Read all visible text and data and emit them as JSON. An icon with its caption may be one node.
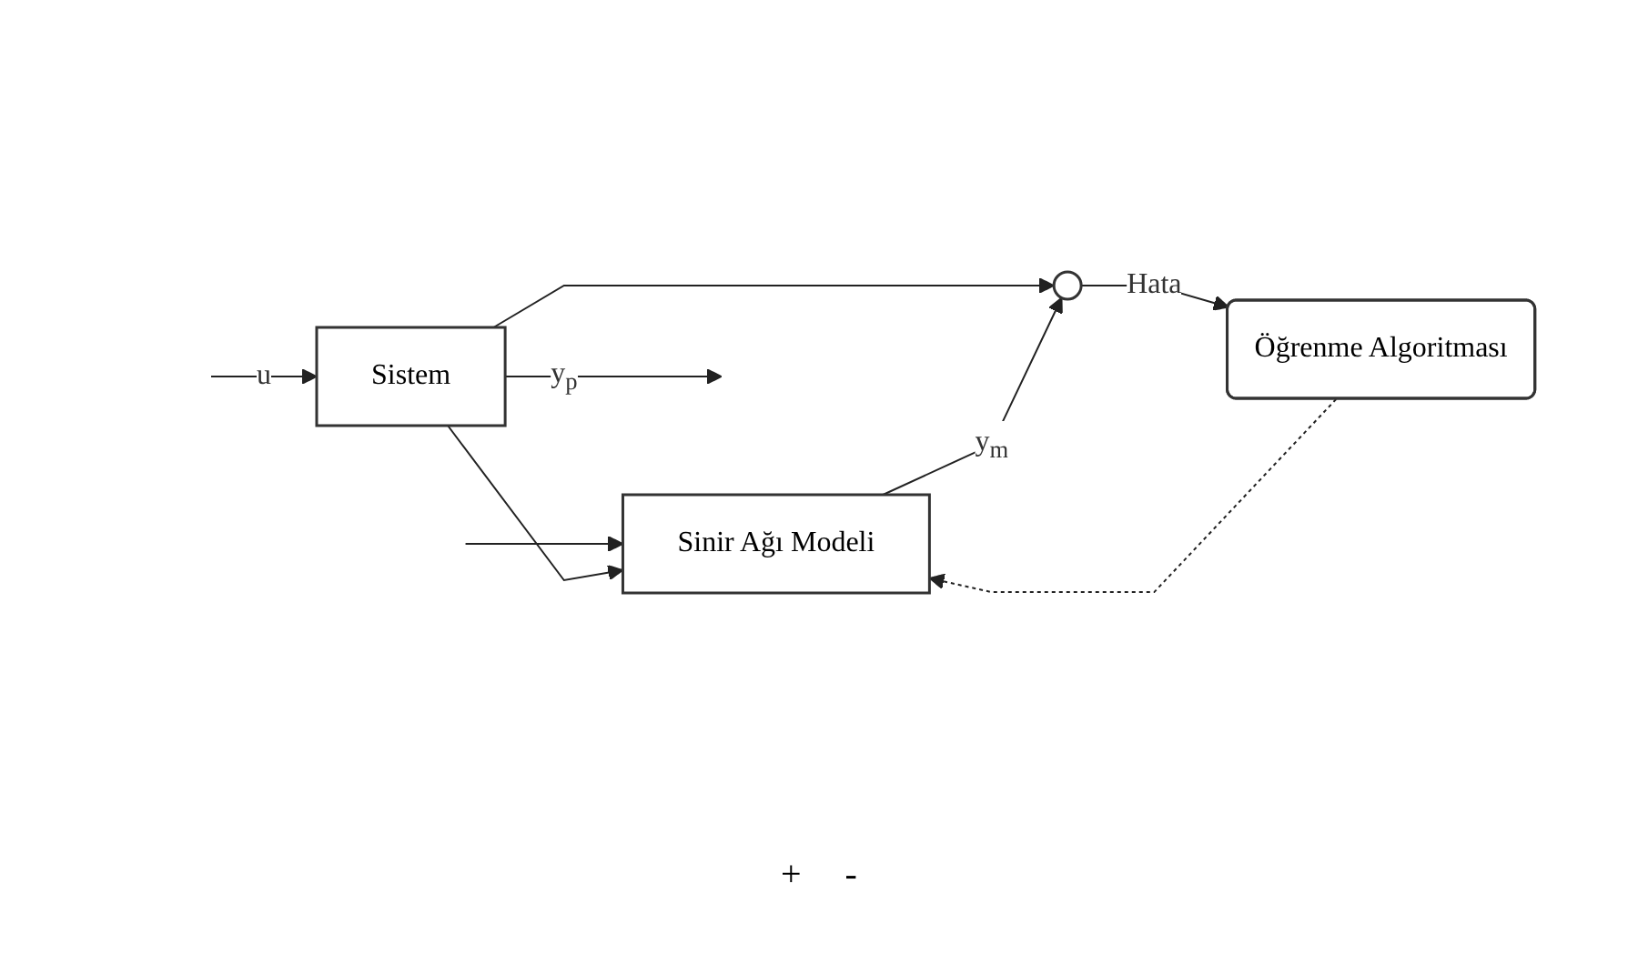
{
  "diagram": {
    "nodes": [
      {
        "text": [
          "Sistem"
        ]
      },
      {
        "text": [
          "Sinir Ağı Modeli"
        ]
      },
      {
        "text": [],
        "shape": "circle"
      },
      {
        "text": [
          "Öğrenme Algoritması"
        ]
      }
    ],
    "edges": [
      {
        "from": null,
        "to": 0,
        "arrow": "to",
        "label": "u"
      },
      {
        "from": null,
        "to": 1,
        "arrow": "to"
      },
      {
        "from": 0,
        "to": null,
        "arrow": "to",
        "label": "y$_{p}$"
      },
      {
        "from": 0,
        "to": 1,
        "arrow": "to"
      },
      {
        "from": 0,
        "to": 2,
        "arrow": "to"
      },
      {
        "from": 1,
        "to": 2,
        "arrow": "to",
        "label": "y$_{m}$"
      },
      {
        "from": 2,
        "to": 3,
        "arrow": "to",
        "label": "Hata"
      },
      {
        "from": 3,
        "to": 1,
        "arrow": "to",
        "style": "dashed"
      }
    ],
    "labels": [
      "+",
      "-"
    ]
  }
}
